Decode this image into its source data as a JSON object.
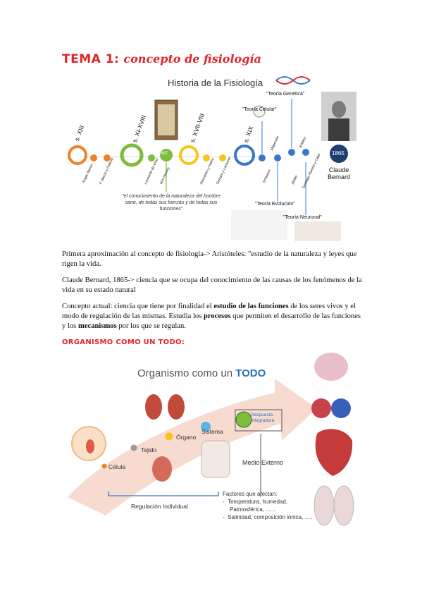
{
  "title": {
    "prefix": "TEMA 1:",
    "main": "concepto de fisiología"
  },
  "timeline": {
    "heading": "Historia de la Fisiología",
    "eras": [
      "s. XIII",
      "s. XI-XVIII",
      "s. XVII-VIII",
      "s. XIX"
    ],
    "names": [
      "Roger Bacon",
      "F. Bacon y Galeno",
      "Leonardo da Vinci",
      "Wm Harvey",
      "Descartes y Hales",
      "Galvani y Lavoisier",
      "Claude Bernard",
      "Magendie",
      "Schwann",
      "Kölliker",
      "Müller",
      "Santiago Ramón y Cajal"
    ],
    "quote": "\"el conocimiento de la naturaleza del hombre sano, de todas sus fuerzas y de todas sus funciones\"",
    "quote_emph": "funciones",
    "book_badge": "1697",
    "year_badge": "1865",
    "bernard": [
      "Claude",
      "Bernard"
    ],
    "theories": [
      "\"Teoría Genética\"",
      "\"Teoría Celular\"",
      "\"Teoría Evolución\"",
      "\"Teoría Neuronal\""
    ]
  },
  "paragraphs": {
    "p1": "Primera aproximación al concepto de fisiología-> Aristóteles: \"estudio de la naturaleza y leyes que rigen la vida.",
    "p2": "Claude Bernard, 1865-> ciencia que se ocupa del conocimiento de las causas de los fenómenos de la vida en su estado natural",
    "p3_a": "Concepto actual: ciencia que tiene por finalidad el ",
    "p3_b": "estudio de las funciones",
    "p3_c": " de los seres vivos y el modo de regulación de las mismas. Estudia los ",
    "p3_d": "procesos",
    "p3_e": " que permiten el desarrollo de las funciones y los ",
    "p3_f": "mecanismos",
    "p3_g": " por los que se regulan."
  },
  "section2": "ORGANISMO COMO UN TODO:",
  "diagram": {
    "title_a": "Organismo como un ",
    "title_b": "TODO",
    "levels": [
      "Célula",
      "Tejido",
      "Órgano",
      "Sistema"
    ],
    "response": [
      "Respuesta",
      "Integradora"
    ],
    "medio": "Medio Externo",
    "regulacion": "Regulación Individual",
    "factores_title": "Factores que afectan:",
    "factores": [
      "Temperatura, humedad,",
      "Patmosférica, ......",
      "Salinidad, composición iónica, ....."
    ],
    "accent": "#2a9ad6"
  }
}
